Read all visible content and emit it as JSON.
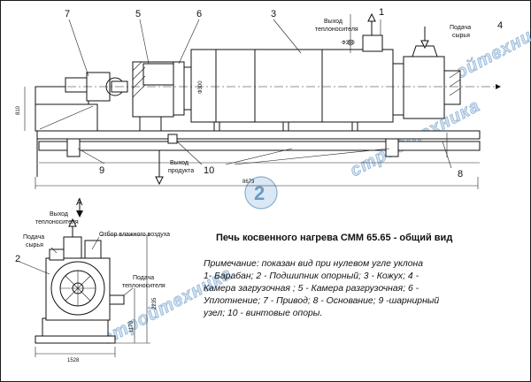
{
  "title": "Печь косвенного нагрева СММ 65.65 - общий вид",
  "note": {
    "heading": "Примечание: показан вид при нулевом угле уклона",
    "lines": [
      "1- Барабан; 2 - Подшипник опорный; 3 - Кожух; 4 -",
      "Камера загрузочная ; 5 - Камера разгрузочная; 6 -",
      "Уплотнение; 7 - Привод; 8 - Основание; 9 -шарнирный",
      "узел; 10 - винтовые опоры."
    ]
  },
  "callouts": {
    "c1": "1",
    "c2": "2",
    "c3": "3",
    "c4": "4",
    "c5": "5",
    "c6": "6",
    "c7": "7",
    "c8": "8",
    "c9": "9",
    "c10": "10",
    "viewA": "A"
  },
  "labels": {
    "heat_out_top": [
      "Выход",
      "теплоносителя"
    ],
    "feed_top": [
      "Подача",
      "сырья"
    ],
    "product_out": [
      "Выход",
      "продукта"
    ],
    "heat_out_side": [
      "Выход",
      "теплоносителя"
    ],
    "feed_side": [
      "Подача",
      "сырья"
    ],
    "moist_air": "Отбор влажного воздуха",
    "heat_in_side": [
      "Подача",
      "теплоносителя"
    ]
  },
  "dimensions": {
    "length": "8673",
    "height_left": "810",
    "drum_dia": "Ф300",
    "flange_dia": "Ф360",
    "width_front": "1528",
    "height_front_total": "2235",
    "height_front_axis": "1170"
  },
  "watermark": "стройтехника"
}
